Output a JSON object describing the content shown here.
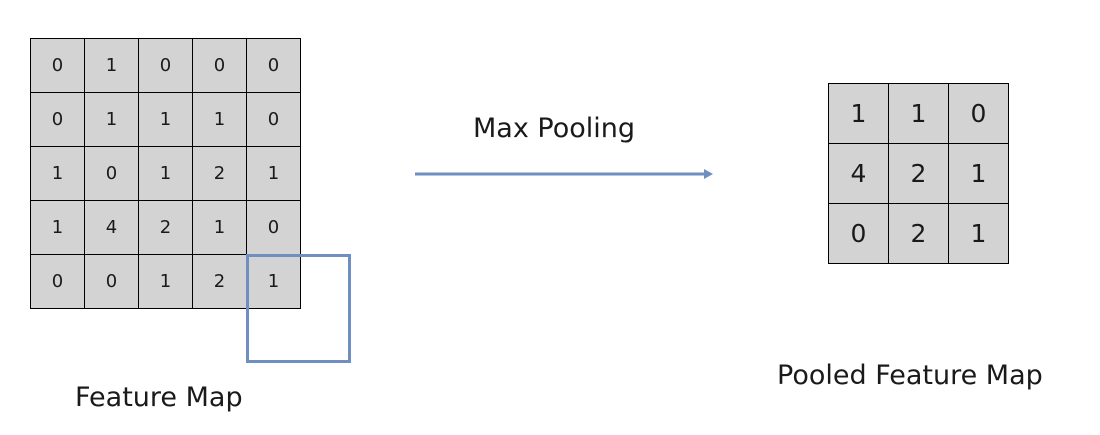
{
  "feature_map": {
    "label": "Feature Map",
    "rows": [
      [
        "0",
        "1",
        "0",
        "0",
        "0"
      ],
      [
        "0",
        "1",
        "1",
        "1",
        "0"
      ],
      [
        "1",
        "0",
        "1",
        "2",
        "1"
      ],
      [
        "1",
        "4",
        "2",
        "1",
        "0"
      ],
      [
        "0",
        "0",
        "1",
        "2",
        "1"
      ]
    ]
  },
  "operation": {
    "label": "Max Pooling"
  },
  "pooled_map": {
    "label": "Pooled Feature Map",
    "rows": [
      [
        "1",
        "1",
        "0"
      ],
      [
        "4",
        "2",
        "1"
      ],
      [
        "0",
        "2",
        "1"
      ]
    ]
  },
  "colors": {
    "cell_fill": "#d3d3d3",
    "grid_line": "#000000",
    "accent": "#6e8fc0"
  }
}
